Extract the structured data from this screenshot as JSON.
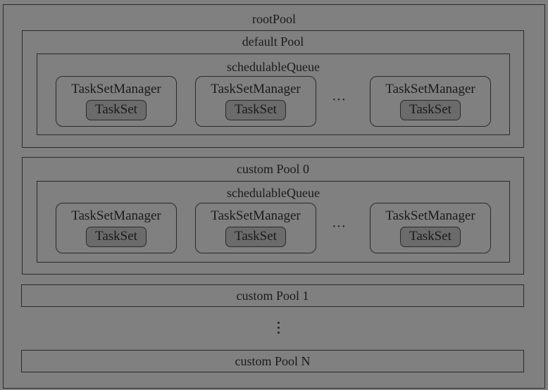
{
  "root": {
    "title": "rootPool"
  },
  "default_pool": {
    "title": "default Pool",
    "queue": {
      "title": "schedulableQueue",
      "managers": [
        {
          "label": "TaskSetManager",
          "task_set": "TaskSet"
        },
        {
          "label": "TaskSetManager",
          "task_set": "TaskSet"
        },
        {
          "label": "TaskSetManager",
          "task_set": "TaskSet"
        }
      ],
      "ellipsis": "···"
    }
  },
  "custom_pool_0": {
    "title": "custom Pool 0",
    "queue": {
      "title": "schedulableQueue",
      "managers": [
        {
          "label": "TaskSetManager",
          "task_set": "TaskSet"
        },
        {
          "label": "TaskSetManager",
          "task_set": "TaskSet"
        },
        {
          "label": "TaskSetManager",
          "task_set": "TaskSet"
        }
      ],
      "ellipsis": "···"
    }
  },
  "custom_pool_1": {
    "title": "custom Pool 1"
  },
  "vertical_ellipsis": "⋮",
  "custom_pool_n": {
    "title": "custom Pool N"
  }
}
